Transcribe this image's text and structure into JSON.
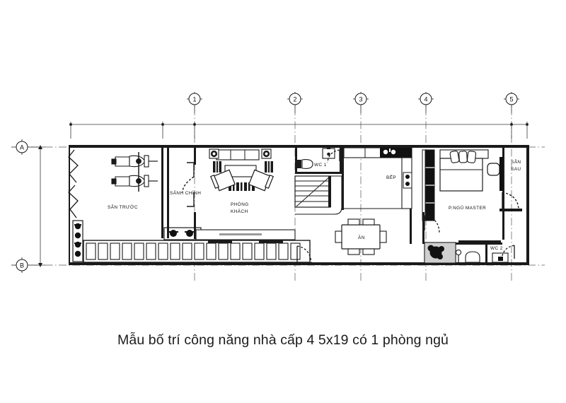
{
  "document": {
    "type": "architectural-floor-plan",
    "caption": "Mẫu bố trí công năng nhà cấp 4 5x19 có 1 phòng ngủ",
    "background_color": "#ffffff",
    "line_color": "#1a1a1a"
  },
  "grid": {
    "columns": [
      "1",
      "2",
      "3",
      "4",
      "5"
    ],
    "rows": [
      "A",
      "B"
    ]
  },
  "rooms": [
    {
      "id": "san-truoc",
      "label": "SÂN TRƯỚC"
    },
    {
      "id": "sanh-chinh",
      "label": "SẢNH CHÍNH"
    },
    {
      "id": "phong-khach",
      "label_line1": "PHÒNG",
      "label_line2": "KHÁCH"
    },
    {
      "id": "wc-1",
      "label": "WC 1"
    },
    {
      "id": "bep",
      "label": "BẾP"
    },
    {
      "id": "an",
      "label": "ĂN"
    },
    {
      "id": "ngu-master",
      "label": "P.NGỦ MASTER"
    },
    {
      "id": "san-sau",
      "label_line1": "SÂN",
      "label_line2": "SAU"
    },
    {
      "id": "wc-2",
      "label": "WC 2"
    }
  ],
  "furniture": {
    "motorbikes": 2,
    "sofa": "3-seat sofa",
    "armchairs": 2,
    "coffee_table": "rectangular coffee table",
    "speakers": 2,
    "dining_table": "6-seat dining table",
    "bed": "double bed with pillows",
    "stairs": "staircase",
    "kitchen_counter": "L-shaped counter with sink and stove",
    "wardrobe": "tall wardrobe",
    "toilets": 2,
    "planters": 3
  }
}
